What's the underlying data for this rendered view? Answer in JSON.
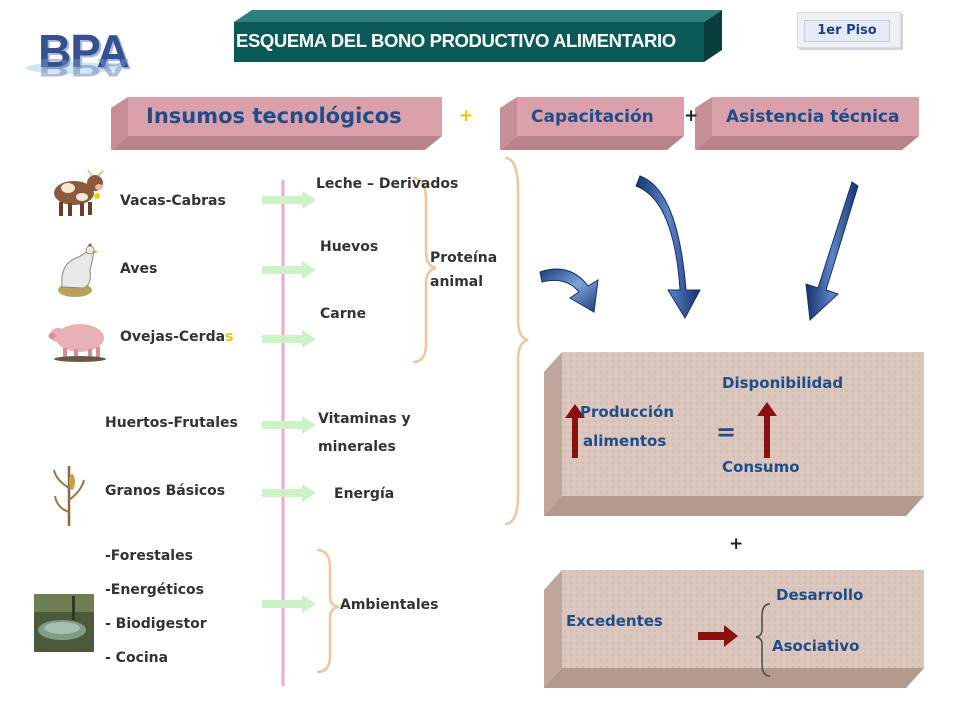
{
  "header": {
    "title": "ESQUEMA DEL BONO PRODUCTIVO ALIMENTARIO",
    "badge": "1er Piso",
    "logo": "BPA"
  },
  "top_bars": {
    "insumos": "Insumos tecnológicos",
    "plus_1": "+",
    "capacitacion": "Capacitación",
    "plus_2": "+",
    "asistencia": "Asistencia técnica"
  },
  "sources": {
    "vacas": "Vacas-Cabras",
    "aves": "Aves",
    "ovejas_main": "Ovejas-Cerda",
    "ovejas_tail": "s",
    "huertos": "Huertos-Frutales",
    "granos": "Granos Básicos",
    "forestales": "-Forestales",
    "energeticos": "-Energéticos",
    "biodigestor": "- Biodigestor",
    "cocina": "- Cocina"
  },
  "products": {
    "leche": "Leche – Derivados",
    "huevos": "Huevos",
    "carne": "Carne",
    "vitaminas_1": "Vitaminas y",
    "vitaminas_2": "minerales",
    "energia": "Energía",
    "ambientales": "Ambientales"
  },
  "groups": {
    "proteina_1": "Proteína",
    "proteina_2": "animal"
  },
  "panel_top": {
    "disponibilidad": "Disponibilidad",
    "produccion": "Producción",
    "alimentos": "alimentos",
    "equals": "=",
    "consumo": "Consumo"
  },
  "between_panels_plus": "+",
  "panel_bottom": {
    "excedentes": "Excedentes",
    "desarrollo": "Desarrollo",
    "asociativo": "Asociativo"
  },
  "colors": {
    "banner": "#0b5a57",
    "bar_fill": "#dba1ab",
    "bar_text": "#1f4d8a",
    "divider": "#f2a6cf",
    "arrow_green": "#ccf2c8",
    "brace": "#f6c498",
    "panel": "#dcc8bf",
    "up_arrow": "#8b1010",
    "plus_yellow": "#f2c400"
  },
  "icons": [
    "cow-icon",
    "hen-icon",
    "pig-icon",
    "corn-plant-icon",
    "biodigestor-photo",
    "curved-arrow-icon"
  ]
}
